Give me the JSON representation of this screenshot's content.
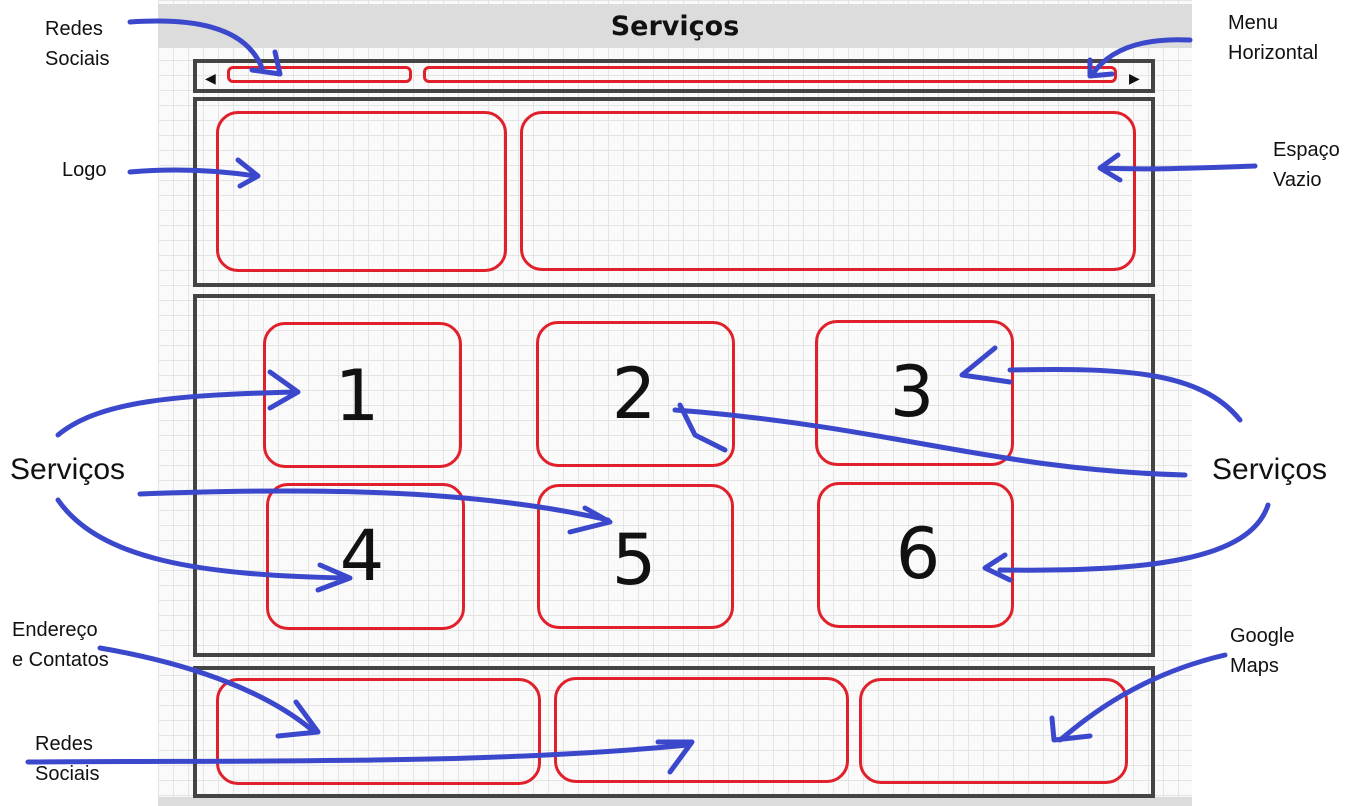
{
  "page": {
    "title": "Serviços"
  },
  "menu_bar": {
    "left_arrow": "◀",
    "right_arrow": "▶"
  },
  "services": [
    "1",
    "2",
    "3",
    "4",
    "5",
    "6"
  ],
  "annotations": {
    "redes_sociais_top": "Redes\nSociais",
    "menu_horizontal": "Menu\nHorizontal",
    "logo": "Logo",
    "espaco_vazio": "Espaço\nVazio",
    "servicos_left": "Serviços",
    "servicos_right": "Serviços",
    "endereco_contatos": "Endereço\ne Contatos",
    "google_maps": "Google\nMaps",
    "redes_sociais_bottom": "Redes\nSociais"
  },
  "colors": {
    "placeholder_border": "#e0212b",
    "section_border": "#444444",
    "annotation_ink": "#3b48cc",
    "title_bar": "#dcdcdc"
  }
}
